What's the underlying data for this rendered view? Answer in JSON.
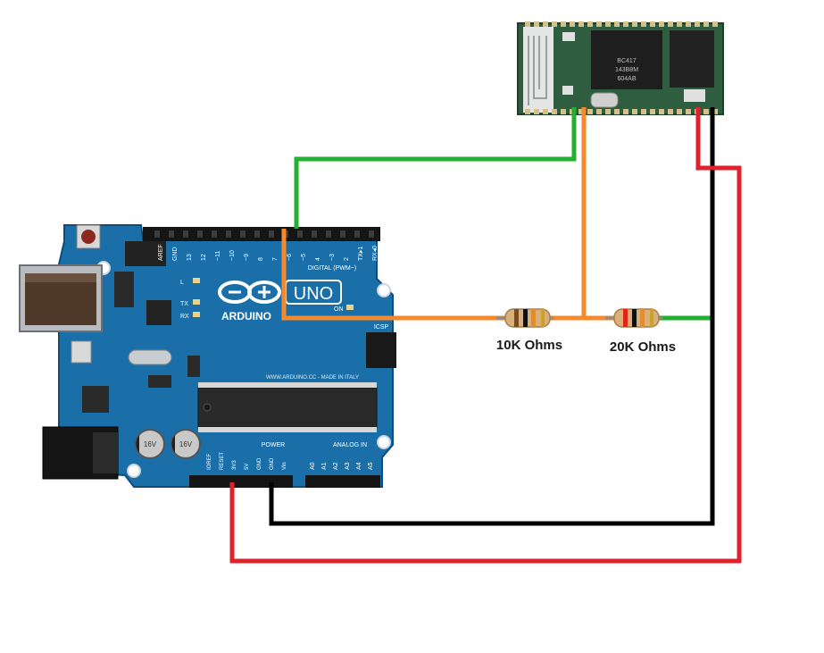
{
  "diagram": {
    "resistors": [
      {
        "id": "r1",
        "label": "10K Ohms"
      },
      {
        "id": "r2",
        "label": "20K Ohms"
      }
    ],
    "arduino": {
      "logo_text": "ARDUINO",
      "model_text": "UNO",
      "digital_header_label": "DIGITAL (PWM~)",
      "digital_pins": [
        "AREF",
        "GND",
        "13",
        "12",
        "~11",
        "~10",
        "~9",
        "8",
        "7",
        "~6",
        "~5",
        "4",
        "~3",
        "2",
        "TX▸1",
        "RX◂0"
      ],
      "power_header_label": "POWER",
      "power_pins": [
        "IOREF",
        "RESET",
        "3V3",
        "5V",
        "GND",
        "GND",
        "Vin"
      ],
      "analog_header_label": "ANALOG IN",
      "analog_pins": [
        "A0",
        "A1",
        "A2",
        "A3",
        "A4",
        "A5"
      ],
      "led_labels": [
        "L",
        "TX",
        "RX",
        "ON"
      ],
      "icsp_label": "ICSP",
      "website_text": "WWW.ARDUINO.CC - MADE IN ITALY",
      "capacitor_text": "16V"
    },
    "bluetooth_module": {
      "chip_text": [
        "BC417",
        "143B8M",
        "604AB"
      ]
    },
    "wire_colors": {
      "green": "#22b02e",
      "orange": "#f5892b",
      "red": "#e0202a",
      "black": "#000000"
    }
  }
}
